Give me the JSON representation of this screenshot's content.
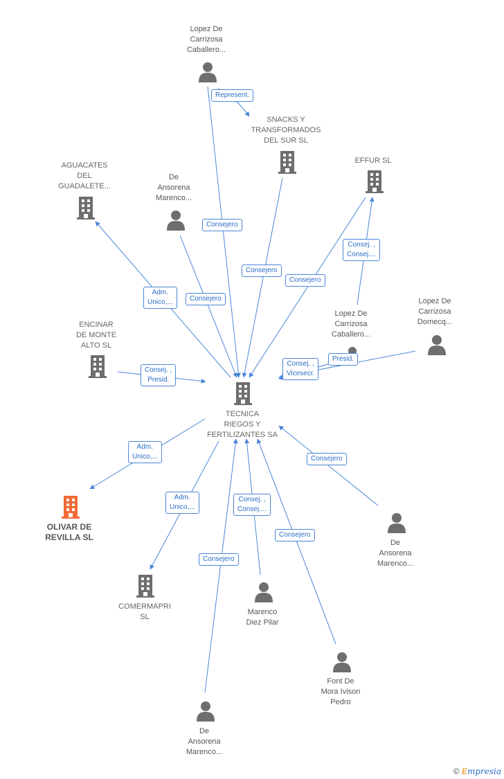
{
  "nodes": {
    "tecnica": {
      "label": "TECNICA\nRIEGOS Y\nFERTILIZANTES SA"
    },
    "lopez_top": {
      "label": "Lopez De\nCarrizosa\nCaballero..."
    },
    "snacks": {
      "label": "SNACKS Y\nTRANSFORMADOS\nDEL SUR SL"
    },
    "effur": {
      "label": "EFFUR SL"
    },
    "aguacates": {
      "label": "AGUACATES\nDEL\nGUADALETE..."
    },
    "de_ansorena_1": {
      "label": "De\nAnsorena\nMarenco..."
    },
    "lopez_mid": {
      "label": "Lopez De\nCarrizosa\nCaballero..."
    },
    "lopez_domecq": {
      "label": "Lopez De\nCarrizosa\nDomecq..."
    },
    "encinar": {
      "label": "ENCINAR\nDE MONTE\nALTO  SL"
    },
    "olivar": {
      "label": "OLIVAR DE\nREVILLA  SL"
    },
    "comermapri": {
      "label": "COMERMAPRI\nSL"
    },
    "de_ansorena_2": {
      "label": "De\nAnsorena\nMarenco..."
    },
    "marenco": {
      "label": "Marenco\nDiez Pilar"
    },
    "font": {
      "label": "Font De\nMora Ivison\nPedro"
    },
    "de_ansorena_3": {
      "label": "De\nAnsorena\nMarenco..."
    }
  },
  "edges": {
    "represent": "Represent.",
    "consejero_lopez": "Consejero",
    "consejero_snacks": "Consejero",
    "consejero_effur": "Consejero",
    "consej_effur": "Consej. ,\nConsej....",
    "adm_aguacates": "Adm.\nUnico,...",
    "consejero_ansorena1": "Consejero",
    "presid_domecq": "Presid.",
    "consej_vicesecr": "Consej. ,\nVicesecr.",
    "consej_encinar": "Consej. ,\nPresid.",
    "adm_olivar": "Adm.\nUnico,...",
    "adm_comermapri": "Adm.\nUnico,...",
    "consej_marenco": "Consej. ,\nConsej....",
    "consejero_ansorena2": "Consejero",
    "consejero_font": "Consejero",
    "consejero_ansorena3": "Consejero"
  },
  "colors": {
    "edge": "#4a86d8",
    "icon": "#6e6e6e",
    "highlight": "#f26a35"
  },
  "footer": {
    "copyright": "©",
    "brand_first": "E",
    "brand_rest": "mpresia"
  }
}
